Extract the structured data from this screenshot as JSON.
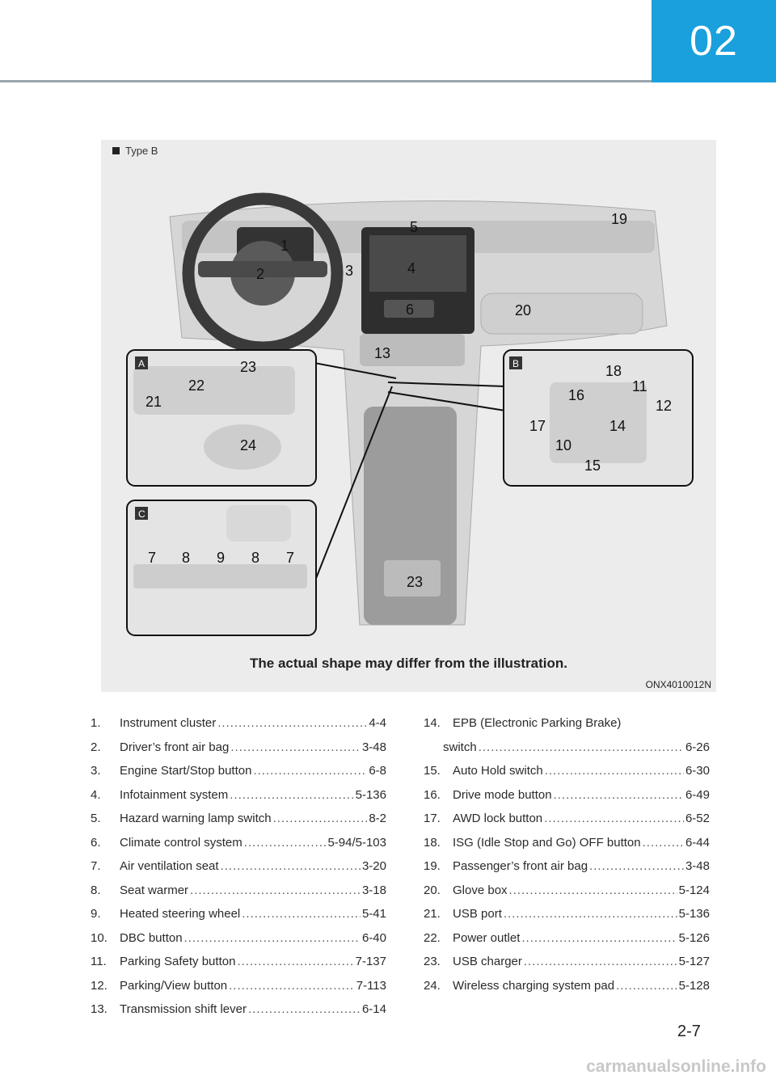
{
  "header": {
    "chapter": "02"
  },
  "figure": {
    "type_label": "Type B",
    "caption": "The actual shape may differ from the illustration.",
    "code": "ONX4010012N",
    "callouts": [
      "1",
      "2",
      "3",
      "4",
      "5",
      "6",
      "13",
      "19",
      "20",
      "23"
    ],
    "inset_a": {
      "tag": "A",
      "callouts": [
        "21",
        "22",
        "23",
        "24"
      ]
    },
    "inset_b": {
      "tag": "B",
      "callouts": [
        "18",
        "16",
        "11",
        "12",
        "17",
        "14",
        "10",
        "15"
      ]
    },
    "inset_c": {
      "tag": "C",
      "callouts": [
        "7",
        "8",
        "9",
        "8",
        "7"
      ]
    }
  },
  "left_list": [
    {
      "num": "1.",
      "label": "Instrument cluster",
      "page": "4-4"
    },
    {
      "num": "2.",
      "label": "Driver’s front air bag",
      "page": "3-48"
    },
    {
      "num": "3.",
      "label": "Engine Start/Stop button",
      "page": "6-8"
    },
    {
      "num": "4.",
      "label": "Infotainment system",
      "page": "5-136"
    },
    {
      "num": "5.",
      "label": "Hazard warning lamp switch",
      "page": "8-2"
    },
    {
      "num": "6.",
      "label": "Climate control system",
      "page": "5-94/5-103"
    },
    {
      "num": "7.",
      "label": "Air ventilation seat",
      "page": "3-20"
    },
    {
      "num": "8.",
      "label": "Seat warmer",
      "page": "3-18"
    },
    {
      "num": "9.",
      "label": "Heated steering wheel",
      "page": "5-41"
    },
    {
      "num": "10.",
      "label": "DBC button",
      "page": "6-40"
    },
    {
      "num": "11.",
      "label": "Parking Safety button",
      "page": "7-137"
    },
    {
      "num": "12.",
      "label": "Parking/View button",
      "page": "7-113"
    },
    {
      "num": "13.",
      "label": "Transmission shift lever",
      "page": "6-14"
    }
  ],
  "right_list": {
    "first": {
      "num": "14.",
      "label": "EPB (Electronic Parking Brake)",
      "label2": "switch",
      "page": "6-26"
    },
    "items": [
      {
        "num": "15.",
        "label": "Auto Hold switch",
        "page": "6-30"
      },
      {
        "num": "16.",
        "label": "Drive mode button",
        "page": "6-49"
      },
      {
        "num": "17.",
        "label": "AWD lock button",
        "page": "6-52"
      },
      {
        "num": "18.",
        "label": "ISG (Idle Stop and Go) OFF button",
        "page": "6-44"
      },
      {
        "num": "19.",
        "label": "Passenger’s front air bag",
        "page": "3-48"
      },
      {
        "num": "20.",
        "label": "Glove box",
        "page": "5-124"
      },
      {
        "num": "21.",
        "label": "USB port",
        "page": "5-136"
      },
      {
        "num": "22.",
        "label": "Power outlet",
        "page": "5-126"
      },
      {
        "num": "23.",
        "label": "USB charger",
        "page": "5-127"
      },
      {
        "num": "24.",
        "label": "Wireless charging system pad",
        "page": "5-128"
      }
    ]
  },
  "footer": {
    "page": "2-7",
    "watermark": "carmanualsonline.info"
  }
}
